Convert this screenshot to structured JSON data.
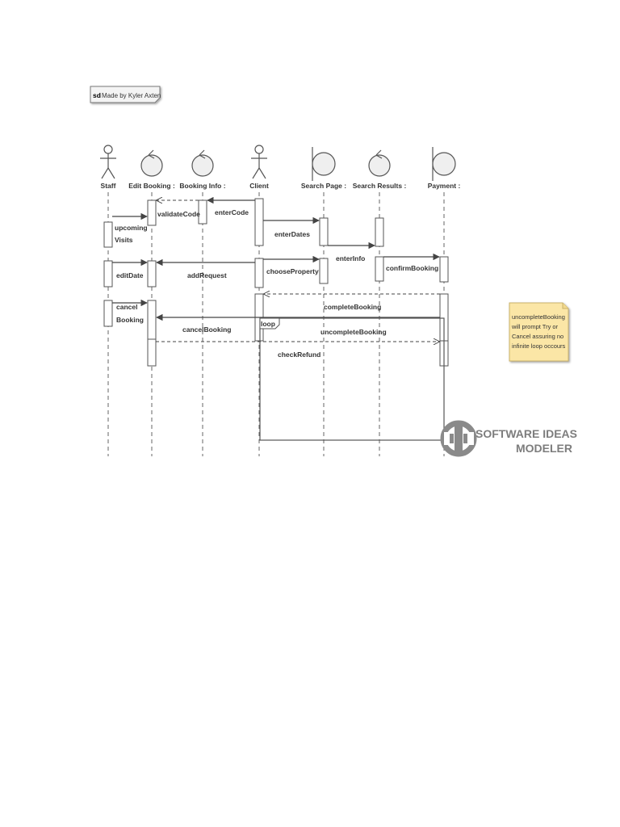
{
  "frame": {
    "tag": "sd",
    "title": "Made by Kyler Axten"
  },
  "participants": [
    {
      "id": "staff",
      "label": "Staff",
      "kind": "actor"
    },
    {
      "id": "edit-booking",
      "label": "Edit Booking :",
      "kind": "control"
    },
    {
      "id": "booking-info",
      "label": "Booking Info :",
      "kind": "control"
    },
    {
      "id": "client",
      "label": "Client",
      "kind": "actor"
    },
    {
      "id": "search-page",
      "label": "Search Page :",
      "kind": "boundary"
    },
    {
      "id": "search-results",
      "label": "Search Results :",
      "kind": "control"
    },
    {
      "id": "payment",
      "label": "Payment :",
      "kind": "boundary"
    }
  ],
  "messages": {
    "validate_code": "validateCode",
    "enter_code": "enterCode",
    "upcoming_visits_1": "upcoming",
    "upcoming_visits_2": "Visits",
    "enter_dates": "enterDates",
    "enter_info": "enterInfo",
    "confirm_booking": "confirmBooking",
    "edit_date": "editDate",
    "add_request": "addRequest",
    "choose_property": "chooseProperty",
    "cancel_booking_1": "cancel",
    "cancel_booking_2": "Booking",
    "cancel_booking_msg": "cancelBooking",
    "complete_booking": "completeBooking",
    "uncomplete_booking": "uncompleteBooking",
    "check_refund": "checkRefund"
  },
  "fragment": {
    "operator": "loop"
  },
  "note": {
    "lines": [
      "uncompleteBooking",
      "will prompt Try or",
      "Cancel assuring no",
      "infinite loop occours"
    ]
  },
  "logo": {
    "line1": "SOFTWARE IDEAS",
    "line2": "MODELER"
  }
}
